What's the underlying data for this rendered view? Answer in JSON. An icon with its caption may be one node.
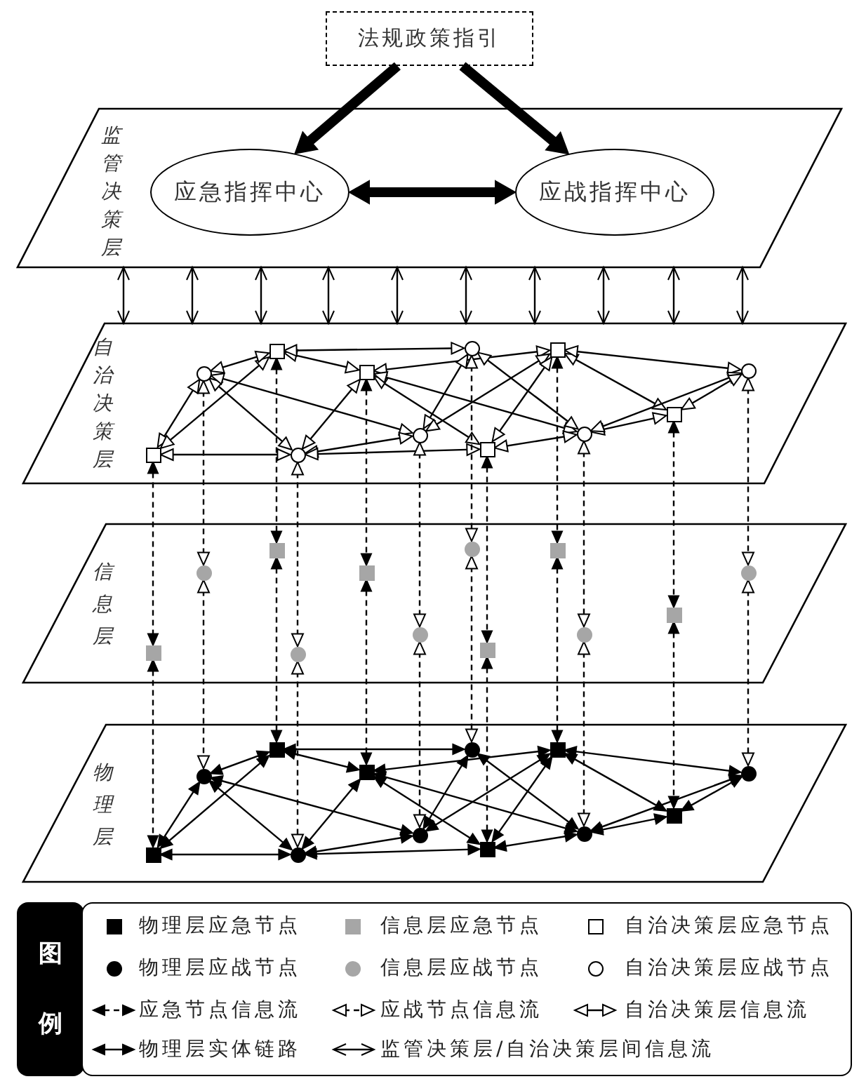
{
  "diagram": {
    "nodes": [
      {
        "text": [
          "法规政策指引"
        ]
      },
      {
        "text": [
          "监管决策层"
        ]
      },
      {
        "text": [
          "应急指挥中心"
        ],
        "in": 1
      },
      {
        "text": [
          "应战指挥中心"
        ],
        "in": 1
      },
      {
        "text": [
          "自治决策层"
        ]
      },
      {
        "text": [],
        "shape": "box",
        "in": 4
      },
      {
        "text": [],
        "shape": "circle",
        "in": 4
      },
      {
        "text": [],
        "shape": "box",
        "in": 4
      },
      {
        "text": [],
        "shape": "circle",
        "in": 4
      },
      {
        "text": [],
        "shape": "box",
        "in": 4
      },
      {
        "text": [],
        "shape": "circle",
        "in": 4
      },
      {
        "text": [],
        "shape": "circle",
        "in": 4
      },
      {
        "text": [],
        "shape": "box",
        "in": 4
      },
      {
        "text": [],
        "shape": "box",
        "in": 4
      },
      {
        "text": [],
        "shape": "circle",
        "in": 4
      },
      {
        "text": [],
        "shape": "box",
        "in": 4
      },
      {
        "text": [],
        "shape": "circle",
        "in": 4
      },
      {
        "text": [
          "信息层"
        ]
      },
      {
        "text": [],
        "shape": "box",
        "in": 17
      },
      {
        "text": [],
        "shape": "circle",
        "in": 17
      },
      {
        "text": [],
        "shape": "box",
        "in": 17
      },
      {
        "text": [],
        "shape": "circle",
        "in": 17
      },
      {
        "text": [],
        "shape": "box",
        "in": 17
      },
      {
        "text": [],
        "shape": "circle",
        "in": 17
      },
      {
        "text": [],
        "shape": "circle",
        "in": 17
      },
      {
        "text": [],
        "shape": "box",
        "in": 17
      },
      {
        "text": [],
        "shape": "box",
        "in": 17
      },
      {
        "text": [],
        "shape": "circle",
        "in": 17
      },
      {
        "text": [],
        "shape": "box",
        "in": 17
      },
      {
        "text": [],
        "shape": "circle",
        "in": 17
      },
      {
        "text": [
          "物理层"
        ]
      },
      {
        "text": [],
        "shape": "box",
        "in": 30
      },
      {
        "text": [],
        "shape": "circle",
        "in": 30
      },
      {
        "text": [],
        "shape": "box",
        "in": 30
      },
      {
        "text": [],
        "shape": "circle",
        "in": 30
      },
      {
        "text": [],
        "shape": "box",
        "in": 30
      },
      {
        "text": [],
        "shape": "circle",
        "in": 30
      },
      {
        "text": [],
        "shape": "circle",
        "in": 30
      },
      {
        "text": [],
        "shape": "box",
        "in": 30
      },
      {
        "text": [],
        "shape": "box",
        "in": 30
      },
      {
        "text": [],
        "shape": "circle",
        "in": 30
      },
      {
        "text": [],
        "shape": "box",
        "in": 30
      },
      {
        "text": [],
        "shape": "circle",
        "in": 30
      }
    ],
    "edges": [
      {
        "from": 0,
        "to": 2,
        "arrow": "to",
        "style": "thick"
      },
      {
        "from": 0,
        "to": 3,
        "arrow": "to",
        "style": "thick"
      },
      {
        "from": 2,
        "to": 3,
        "arrow": "both",
        "style": "thick"
      },
      {
        "from": 1,
        "to": 4,
        "arrow": "both"
      },
      {
        "from": 1,
        "to": 4,
        "arrow": "both"
      },
      {
        "from": 1,
        "to": 4,
        "arrow": "both"
      },
      {
        "from": 1,
        "to": 4,
        "arrow": "both"
      },
      {
        "from": 1,
        "to": 4,
        "arrow": "both"
      },
      {
        "from": 1,
        "to": 4,
        "arrow": "both"
      },
      {
        "from": 1,
        "to": 4,
        "arrow": "both"
      },
      {
        "from": 1,
        "to": 4,
        "arrow": "both"
      },
      {
        "from": 1,
        "to": 4,
        "arrow": "both"
      },
      {
        "from": 1,
        "to": 4,
        "arrow": "both"
      },
      {
        "from": 5,
        "to": 6,
        "arrow": "both"
      },
      {
        "from": 5,
        "to": 7,
        "arrow": "both"
      },
      {
        "from": 5,
        "to": 8,
        "arrow": "both"
      },
      {
        "from": 6,
        "to": 7,
        "arrow": "both"
      },
      {
        "from": 6,
        "to": 8,
        "arrow": "both"
      },
      {
        "from": 6,
        "to": 10,
        "arrow": "both"
      },
      {
        "from": 7,
        "to": 9,
        "arrow": "both"
      },
      {
        "from": 7,
        "to": 11,
        "arrow": "both"
      },
      {
        "from": 8,
        "to": 9,
        "arrow": "both"
      },
      {
        "from": 8,
        "to": 10,
        "arrow": "both"
      },
      {
        "from": 8,
        "to": 12,
        "arrow": "both"
      },
      {
        "from": 9,
        "to": 12,
        "arrow": "both"
      },
      {
        "from": 9,
        "to": 13,
        "arrow": "both"
      },
      {
        "from": 9,
        "to": 14,
        "arrow": "both"
      },
      {
        "from": 10,
        "to": 11,
        "arrow": "both"
      },
      {
        "from": 10,
        "to": 13,
        "arrow": "both"
      },
      {
        "from": 11,
        "to": 14,
        "arrow": "both"
      },
      {
        "from": 12,
        "to": 13,
        "arrow": "both"
      },
      {
        "from": 12,
        "to": 14,
        "arrow": "both"
      },
      {
        "from": 13,
        "to": 15,
        "arrow": "both"
      },
      {
        "from": 13,
        "to": 16,
        "arrow": "both"
      },
      {
        "from": 14,
        "to": 15,
        "arrow": "both"
      },
      {
        "from": 14,
        "to": 16,
        "arrow": "both"
      },
      {
        "from": 15,
        "to": 16,
        "arrow": "both"
      },
      {
        "from": 5,
        "to": 18,
        "arrow": "both",
        "style": "dashed"
      },
      {
        "from": 6,
        "to": 19,
        "arrow": "both",
        "style": "dashed"
      },
      {
        "from": 7,
        "to": 20,
        "arrow": "both",
        "style": "dashed"
      },
      {
        "from": 8,
        "to": 21,
        "arrow": "both",
        "style": "dashed"
      },
      {
        "from": 9,
        "to": 22,
        "arrow": "both",
        "style": "dashed"
      },
      {
        "from": 10,
        "to": 23,
        "arrow": "both",
        "style": "dashed"
      },
      {
        "from": 11,
        "to": 24,
        "arrow": "both",
        "style": "dashed"
      },
      {
        "from": 12,
        "to": 25,
        "arrow": "both",
        "style": "dashed"
      },
      {
        "from": 13,
        "to": 26,
        "arrow": "both",
        "style": "dashed"
      },
      {
        "from": 14,
        "to": 27,
        "arrow": "both",
        "style": "dashed"
      },
      {
        "from": 15,
        "to": 28,
        "arrow": "both",
        "style": "dashed"
      },
      {
        "from": 16,
        "to": 29,
        "arrow": "both",
        "style": "dashed"
      },
      {
        "from": 18,
        "to": 31,
        "arrow": "both",
        "style": "dashed"
      },
      {
        "from": 19,
        "to": 32,
        "arrow": "both",
        "style": "dashed"
      },
      {
        "from": 20,
        "to": 33,
        "arrow": "both",
        "style": "dashed"
      },
      {
        "from": 21,
        "to": 34,
        "arrow": "both",
        "style": "dashed"
      },
      {
        "from": 22,
        "to": 35,
        "arrow": "both",
        "style": "dashed"
      },
      {
        "from": 23,
        "to": 36,
        "arrow": "both",
        "style": "dashed"
      },
      {
        "from": 24,
        "to": 37,
        "arrow": "both",
        "style": "dashed"
      },
      {
        "from": 25,
        "to": 38,
        "arrow": "both",
        "style": "dashed"
      },
      {
        "from": 26,
        "to": 39,
        "arrow": "both",
        "style": "dashed"
      },
      {
        "from": 27,
        "to": 40,
        "arrow": "both",
        "style": "dashed"
      },
      {
        "from": 28,
        "to": 41,
        "arrow": "both",
        "style": "dashed"
      },
      {
        "from": 29,
        "to": 42,
        "arrow": "both",
        "style": "dashed"
      },
      {
        "from": 31,
        "to": 32,
        "arrow": "both"
      },
      {
        "from": 31,
        "to": 33,
        "arrow": "both"
      },
      {
        "from": 31,
        "to": 34,
        "arrow": "both"
      },
      {
        "from": 32,
        "to": 33,
        "arrow": "both"
      },
      {
        "from": 32,
        "to": 34,
        "arrow": "both"
      },
      {
        "from": 32,
        "to": 36,
        "arrow": "both"
      },
      {
        "from": 33,
        "to": 35,
        "arrow": "both"
      },
      {
        "from": 33,
        "to": 37,
        "arrow": "both"
      },
      {
        "from": 34,
        "to": 35,
        "arrow": "both"
      },
      {
        "from": 34,
        "to": 36,
        "arrow": "both"
      },
      {
        "from": 34,
        "to": 38,
        "arrow": "both"
      },
      {
        "from": 35,
        "to": 38,
        "arrow": "both"
      },
      {
        "from": 35,
        "to": 39,
        "arrow": "both"
      },
      {
        "from": 35,
        "to": 40,
        "arrow": "both"
      },
      {
        "from": 36,
        "to": 37,
        "arrow": "both"
      },
      {
        "from": 36,
        "to": 39,
        "arrow": "both"
      },
      {
        "from": 37,
        "to": 40,
        "arrow": "both"
      },
      {
        "from": 38,
        "to": 39,
        "arrow": "both"
      },
      {
        "from": 38,
        "to": 40,
        "arrow": "both"
      },
      {
        "from": 39,
        "to": 41,
        "arrow": "both"
      },
      {
        "from": 39,
        "to": 42,
        "arrow": "both"
      },
      {
        "from": 40,
        "to": 41,
        "arrow": "both"
      },
      {
        "from": 40,
        "to": 42,
        "arrow": "both"
      },
      {
        "from": 41,
        "to": 42,
        "arrow": "both"
      }
    ],
    "labels": [
      "图例"
    ],
    "legend": [
      {
        "text": "物理层应急节点"
      },
      {
        "text": "信息层应急节点"
      },
      {
        "text": "自治决策层应急节点"
      },
      {
        "text": "物理层应战节点"
      },
      {
        "text": "信息层应战节点"
      },
      {
        "text": "自治决策层应战节点"
      },
      {
        "text": "应急节点信息流"
      },
      {
        "text": "应战节点信息流"
      },
      {
        "text": "自治决策层信息流"
      },
      {
        "text": "物理层实体链路"
      },
      {
        "text": "监管决策层/自治决策层间信息流"
      }
    ]
  }
}
